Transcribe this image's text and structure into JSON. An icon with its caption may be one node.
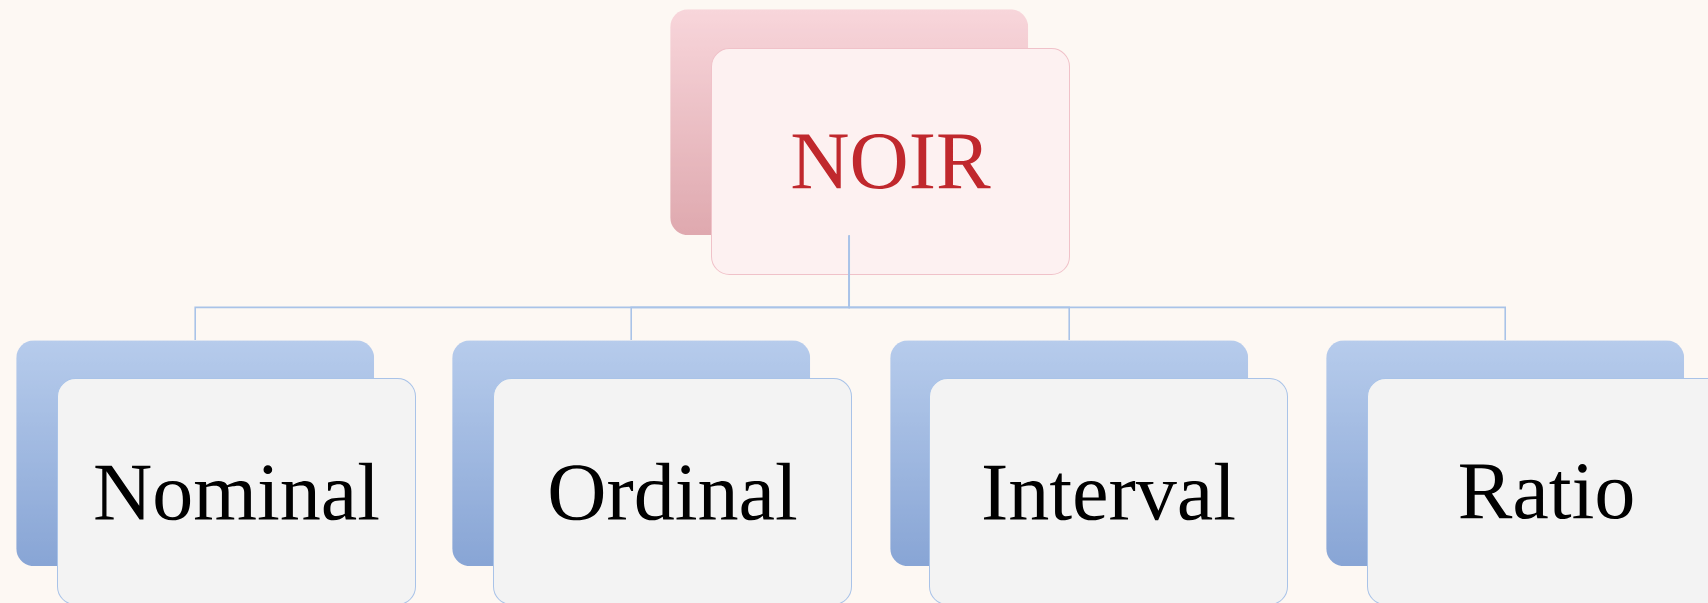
{
  "diagram": {
    "nodes": [
      {
        "text": [
          "NOIR"
        ]
      },
      {
        "text": [
          "Nominal"
        ]
      },
      {
        "text": [
          "Ordinal"
        ]
      },
      {
        "text": [
          "Interval"
        ]
      },
      {
        "text": [
          "Ratio"
        ]
      }
    ],
    "edges": [
      {
        "from": 0,
        "to": 1,
        "arrow": "none"
      },
      {
        "from": 0,
        "to": 2,
        "arrow": "none"
      },
      {
        "from": 0,
        "to": 3,
        "arrow": "none"
      },
      {
        "from": 0,
        "to": 4,
        "arrow": "none"
      }
    ]
  }
}
